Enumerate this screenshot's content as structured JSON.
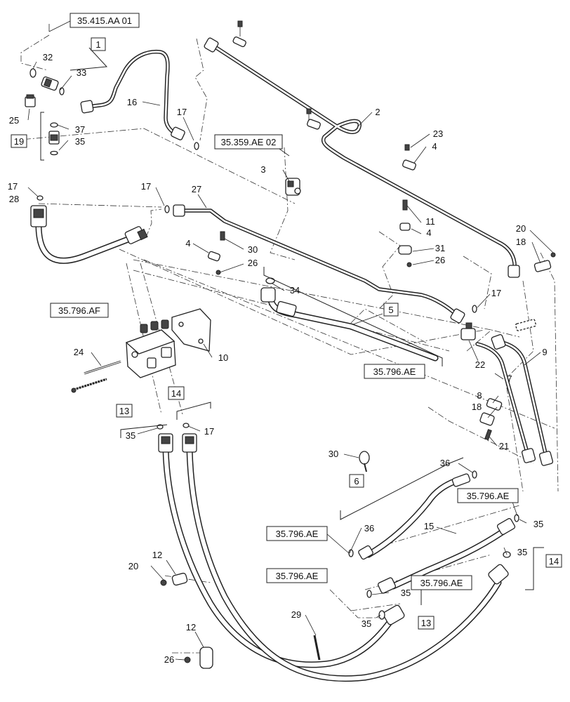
{
  "callouts": [
    {
      "id": "c32",
      "text": "32"
    },
    {
      "id": "c33",
      "text": "33"
    },
    {
      "id": "c25",
      "text": "25"
    },
    {
      "id": "c16",
      "text": "16"
    },
    {
      "id": "c17a",
      "text": "17"
    },
    {
      "id": "c37",
      "text": "37"
    },
    {
      "id": "c35a",
      "text": "35"
    },
    {
      "id": "c2",
      "text": "2"
    },
    {
      "id": "c23",
      "text": "23"
    },
    {
      "id": "c4a",
      "text": "4"
    },
    {
      "id": "c3",
      "text": "3"
    },
    {
      "id": "c17b",
      "text": "17"
    },
    {
      "id": "c28",
      "text": "28"
    },
    {
      "id": "c17c",
      "text": "17"
    },
    {
      "id": "c27",
      "text": "27"
    },
    {
      "id": "c11",
      "text": "11"
    },
    {
      "id": "c4b",
      "text": "4"
    },
    {
      "id": "c20a",
      "text": "20"
    },
    {
      "id": "c18a",
      "text": "18"
    },
    {
      "id": "c4c",
      "text": "4"
    },
    {
      "id": "c30a",
      "text": "30"
    },
    {
      "id": "c31",
      "text": "31"
    },
    {
      "id": "c26a",
      "text": "26"
    },
    {
      "id": "c26b",
      "text": "26"
    },
    {
      "id": "c34",
      "text": "34"
    },
    {
      "id": "c17d",
      "text": "17"
    },
    {
      "id": "c24",
      "text": "24"
    },
    {
      "id": "c10",
      "text": "10"
    },
    {
      "id": "c22",
      "text": "22"
    },
    {
      "id": "c9",
      "text": "9"
    },
    {
      "id": "c7",
      "text": "7"
    },
    {
      "id": "c8",
      "text": "8"
    },
    {
      "id": "c18b",
      "text": "18"
    },
    {
      "id": "c21",
      "text": "21"
    },
    {
      "id": "c35b",
      "text": "35"
    },
    {
      "id": "c17e",
      "text": "17"
    },
    {
      "id": "c30b",
      "text": "30"
    },
    {
      "id": "c36a",
      "text": "36"
    },
    {
      "id": "c36b",
      "text": "36"
    },
    {
      "id": "c15",
      "text": "15"
    },
    {
      "id": "c35c",
      "text": "35"
    },
    {
      "id": "c35d",
      "text": "35"
    },
    {
      "id": "c20b",
      "text": "20"
    },
    {
      "id": "c12a",
      "text": "12"
    },
    {
      "id": "c35e",
      "text": "35"
    },
    {
      "id": "c35f",
      "text": "35"
    },
    {
      "id": "c29",
      "text": "29"
    },
    {
      "id": "c12b",
      "text": "12"
    },
    {
      "id": "c26c",
      "text": "26"
    }
  ],
  "boxed_numbers": [
    {
      "id": "b1",
      "text": "1"
    },
    {
      "id": "b19",
      "text": "19"
    },
    {
      "id": "b5",
      "text": "5"
    },
    {
      "id": "b13a",
      "text": "13"
    },
    {
      "id": "b14a",
      "text": "14"
    },
    {
      "id": "b6",
      "text": "6"
    },
    {
      "id": "b14b",
      "text": "14"
    },
    {
      "id": "b13b",
      "text": "13"
    }
  ],
  "references": [
    {
      "id": "r1",
      "text": "35.415.AA 01"
    },
    {
      "id": "r2",
      "text": "35.359.AE 02"
    },
    {
      "id": "r3",
      "text": "35.796.AF"
    },
    {
      "id": "r4",
      "text": "35.796.AE"
    },
    {
      "id": "r5",
      "text": "35.796.AE"
    },
    {
      "id": "r6",
      "text": "35.796.AE"
    },
    {
      "id": "r7",
      "text": "35.796.AE"
    },
    {
      "id": "r8",
      "text": "35.796.AE"
    }
  ]
}
